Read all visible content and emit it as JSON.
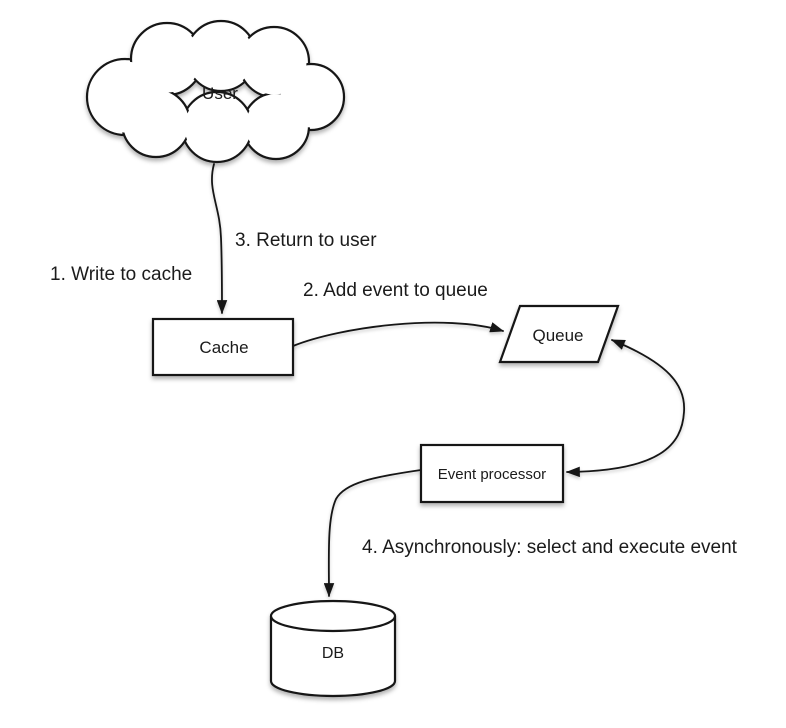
{
  "diagram": {
    "background_color": "#ffffff",
    "stroke_color": "#161616",
    "text_color": "#1b1b1b",
    "nodes": {
      "user": {
        "label": "User",
        "shape": "cloud"
      },
      "cache": {
        "label": "Cache",
        "shape": "rectangle"
      },
      "queue": {
        "label": "Queue",
        "shape": "parallelogram"
      },
      "event_processor": {
        "label": "Event processor",
        "shape": "rectangle"
      },
      "db": {
        "label": "DB",
        "shape": "cylinder"
      }
    },
    "steps": {
      "step1": "1. Write to cache",
      "step2": "2. Add event to queue",
      "step3": "3. Return to user",
      "step4": "4. Asynchronously: select and execute event"
    },
    "edges": [
      {
        "from": "user",
        "to": "cache",
        "arrowheads": "end",
        "label_ref": "step1"
      },
      {
        "from": "cache",
        "to": "queue",
        "arrowheads": "end",
        "label_ref": "step2"
      },
      {
        "between": [
          "queue",
          "event_processor"
        ],
        "arrowheads": "both",
        "label_ref": null
      },
      {
        "from": "event_processor",
        "to": "db",
        "arrowheads": "end",
        "label_ref": "step4"
      }
    ]
  }
}
